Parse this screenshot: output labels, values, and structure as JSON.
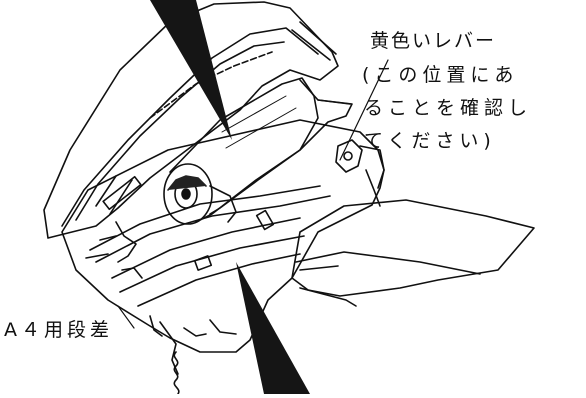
{
  "labels": {
    "lever_title": "黄色いレバー",
    "lever_line1": "(この位置にあ",
    "lever_line2": "ることを確認し",
    "lever_line3": "てください)",
    "a4_step": "A４用段差"
  },
  "colors": {
    "ink": "#111111",
    "paper": "#ffffff",
    "marker": "#151515"
  }
}
